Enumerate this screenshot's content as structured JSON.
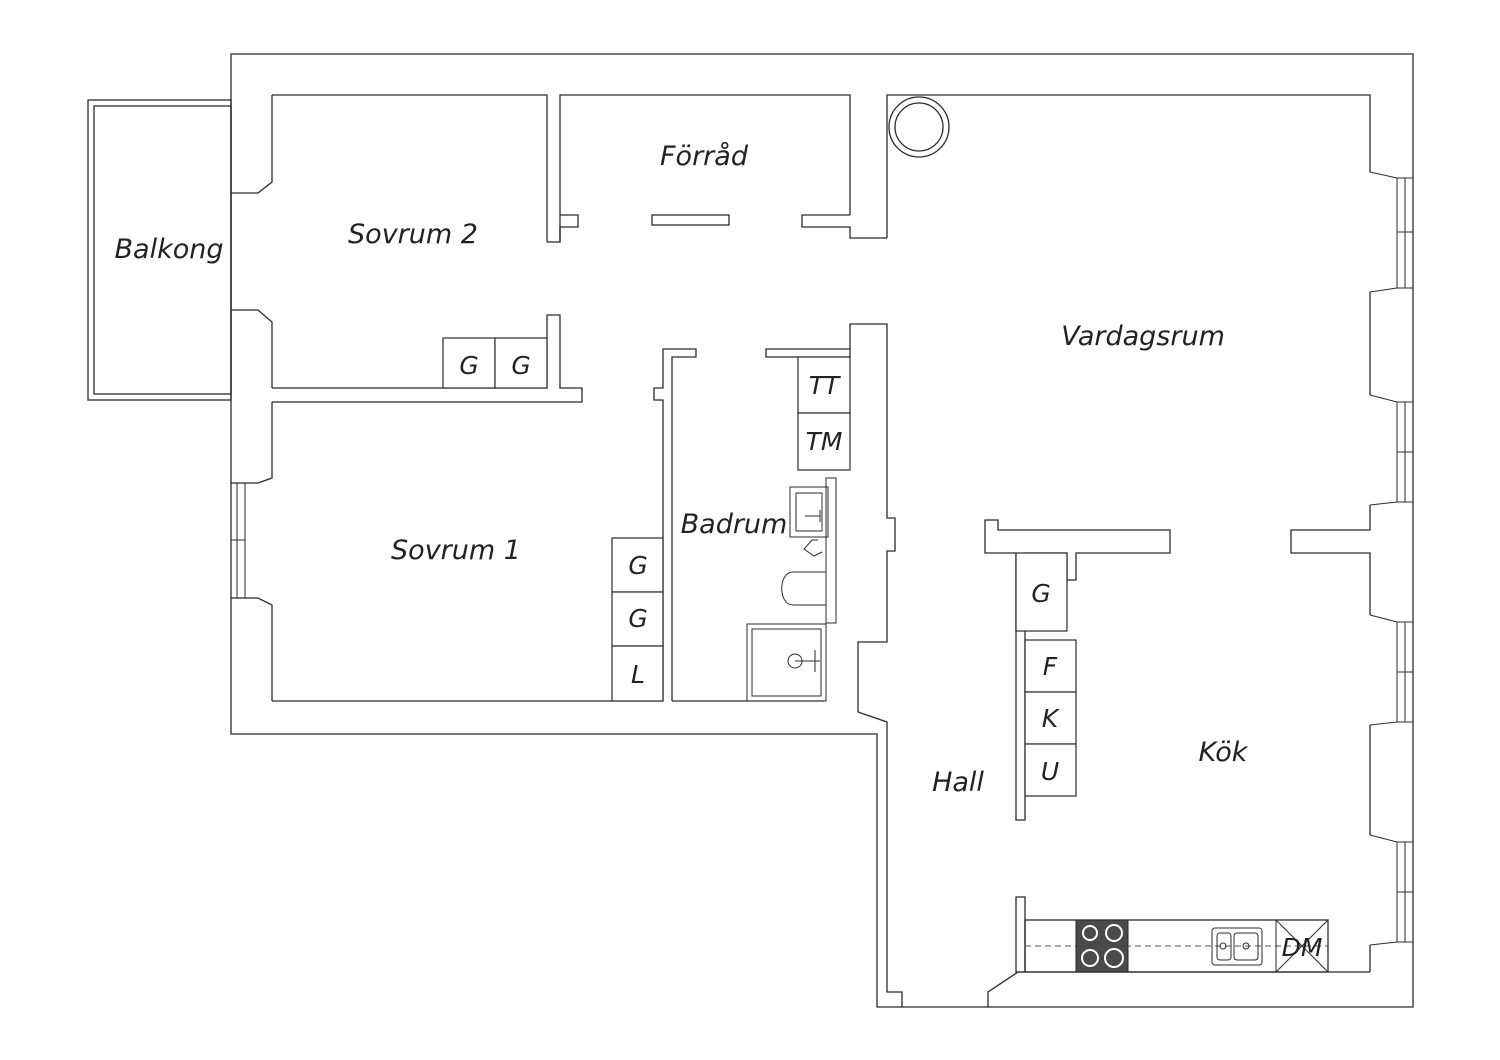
{
  "rooms": {
    "balkong": "Balkong",
    "sovrum2": "Sovrum 2",
    "forrad": "Förråd",
    "vardagsrum": "Vardagsrum",
    "sovrum1": "Sovrum 1",
    "badrum": "Badrum",
    "hall": "Hall",
    "kok": "Kök"
  },
  "fixtures": {
    "sovrum2_wardrobe_1": "G",
    "sovrum2_wardrobe_2": "G",
    "sovrum1_wardrobe_1": "G",
    "sovrum1_wardrobe_2": "G",
    "sovrum1_linen": "L",
    "badrum_dryer": "TT",
    "badrum_washer": "TM",
    "hall_wardrobe": "G",
    "kok_freezer": "F",
    "kok_fridge": "K",
    "kok_oven": "U",
    "kok_dishwasher": "DM"
  },
  "colors": {
    "wall": "#2b2b2b",
    "stove": "#4a4a4a"
  }
}
